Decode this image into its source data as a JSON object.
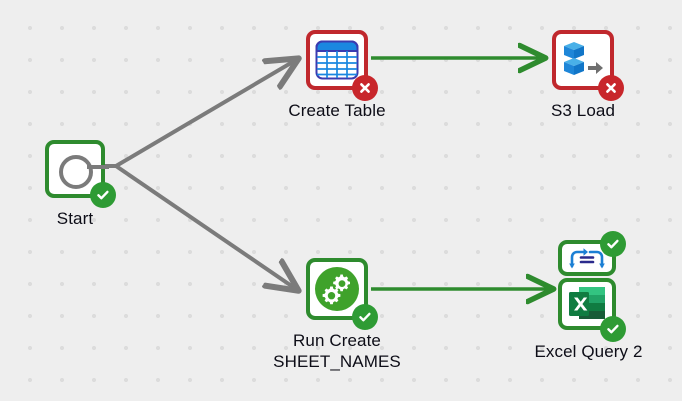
{
  "canvas": {
    "background_color": "#eeeeee",
    "dot_color": "#dcdcdc",
    "edge_gray": "#7b7b7b",
    "edge_green": "#2e8b2e",
    "ok_color": "#2e9b34",
    "error_color": "#c8262b"
  },
  "nodes": [
    {
      "id": "start",
      "label": "Start",
      "icon": "circle-outline-icon",
      "status": "success",
      "border": "green"
    },
    {
      "id": "create-table",
      "label": "Create Table",
      "icon": "table-grid-icon",
      "status": "error",
      "border": "red"
    },
    {
      "id": "s3-load",
      "label": "S3 Load",
      "icon": "s3-cubes-icon",
      "status": "error",
      "border": "red"
    },
    {
      "id": "run-create-sheet-names",
      "label": "Run Create\nSHEET_NAMES",
      "label_line1": "Run Create",
      "label_line2": "SHEET_NAMES",
      "icon": "gears-icon",
      "status": "success",
      "border": "green"
    },
    {
      "id": "excel-query-2",
      "label": "Excel Query 2",
      "icon_top": "iterator-loop-icon",
      "icon_bottom": "excel-icon",
      "status_top": "success",
      "status_bottom": "success",
      "border": "green"
    }
  ],
  "edges": [
    {
      "id": "start-to-create-table",
      "from": "start",
      "to": "create-table",
      "color": "#7b7b7b"
    },
    {
      "id": "start-to-run-create",
      "from": "start",
      "to": "run-create-sheet-names",
      "color": "#7b7b7b"
    },
    {
      "id": "create-table-to-s3-load",
      "from": "create-table",
      "to": "s3-load",
      "color": "#2e8b2e"
    },
    {
      "id": "run-create-to-excel-query-2",
      "from": "run-create-sheet-names",
      "to": "excel-query-2",
      "color": "#2e8b2e"
    }
  ]
}
